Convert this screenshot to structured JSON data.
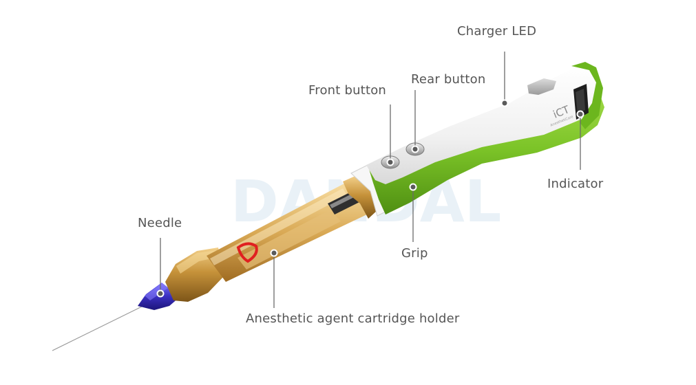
{
  "watermark": "DANDAL",
  "device": {
    "brand_mark": "iCT",
    "brand_sub": "AnesthetiCare"
  },
  "labels": {
    "charger_led": "Charger LED",
    "rear_button": "Rear button",
    "front_button": "Front button",
    "indicator": "Indicator",
    "needle": "Needle",
    "grip": "Grip",
    "cartridge_holder": "Anesthetic agent cartridge holder"
  },
  "colors": {
    "grip_green": "#7cc428",
    "body_white": "#f4f4f4",
    "holder_gold": "#c6923a",
    "needle_hub_blue": "#3a2fc0",
    "cartridge_band_red": "#e02020"
  }
}
